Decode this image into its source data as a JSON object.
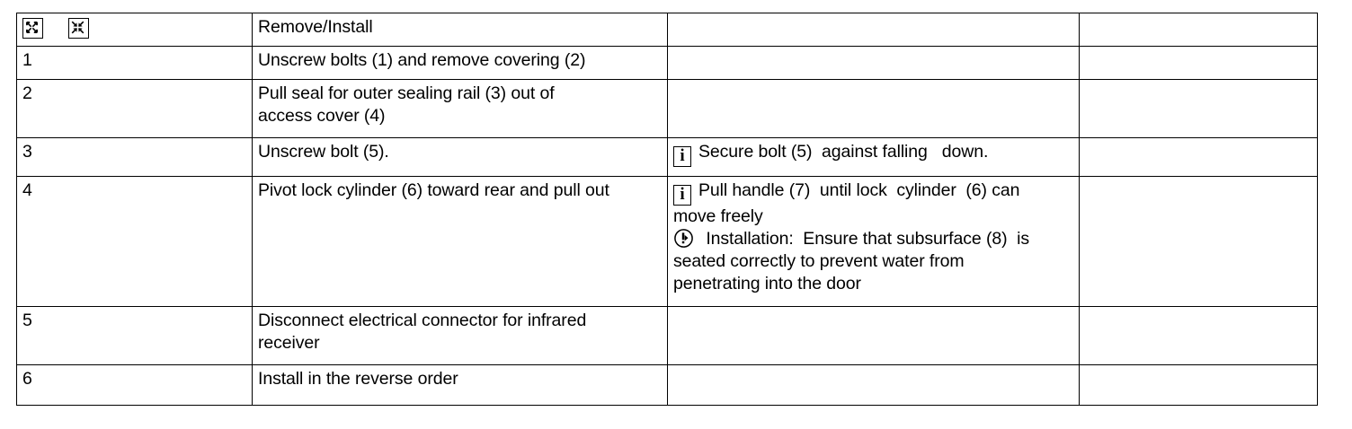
{
  "document": {
    "type": "service-procedure-table",
    "columns": [
      "step",
      "action",
      "note",
      "extra"
    ]
  },
  "icons": {
    "remove_icon_name": "arrows-outward-icon",
    "install_icon_name": "arrows-inward-icon",
    "info_icon_glyph": "i",
    "notice_icon_name": "attention-circle-icon"
  },
  "rows": [
    {
      "step": "",
      "has_icons": true,
      "action": "Remove/Install",
      "note_lines": [],
      "extra": ""
    },
    {
      "step": "1",
      "has_icons": false,
      "action": "Unscrew bolts (1) and remove covering (2)",
      "note_lines": [],
      "extra": ""
    },
    {
      "step": "2",
      "has_icons": false,
      "action": "Pull seal for outer sealing rail (3) out of\naccess cover (4)",
      "note_lines": [],
      "extra": ""
    },
    {
      "step": "3",
      "has_icons": false,
      "action": "Unscrew bolt (5).",
      "note_lines": [
        {
          "icon": "info",
          "text": "Secure bolt (5)  against falling   down."
        }
      ],
      "extra": ""
    },
    {
      "step": "4",
      "has_icons": false,
      "action": "Pivot lock cylinder (6) toward rear and pull out",
      "note_lines": [
        {
          "icon": "info",
          "text": "Pull handle (7)  until lock  cylinder  (6) can\nmove freely"
        },
        {
          "icon": "notice",
          "text": " Installation:  Ensure that subsurface (8)  is\nseated correctly to prevent water from\npenetrating into the door"
        }
      ],
      "extra": ""
    },
    {
      "step": "5",
      "has_icons": false,
      "action": "Disconnect electrical connector for infrared\nreceiver",
      "note_lines": [],
      "extra": ""
    },
    {
      "step": "6",
      "has_icons": false,
      "action": "Install in the reverse order",
      "note_lines": [],
      "extra": ""
    }
  ]
}
